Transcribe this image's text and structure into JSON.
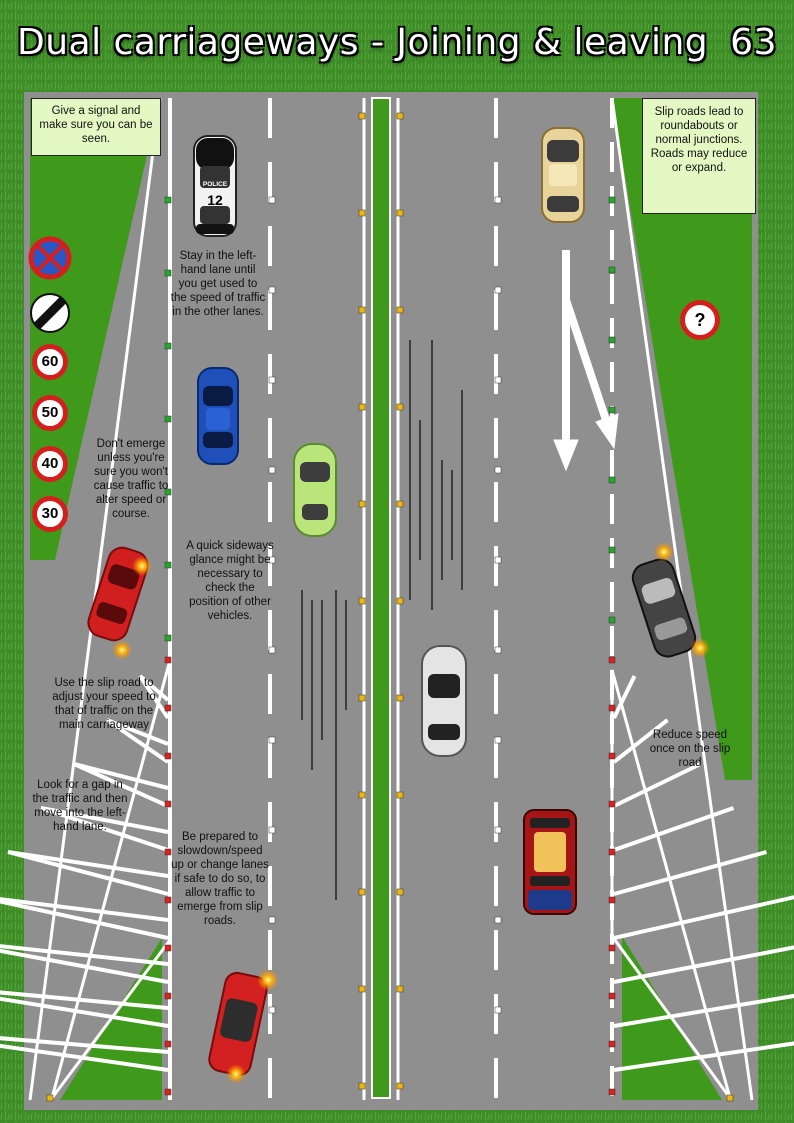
{
  "title": {
    "text": "Dual carriageways - Joining & leaving",
    "page_number": "63"
  },
  "notes": {
    "signal": "Give a signal and make sure you can be seen.",
    "slip_roads": "Slip roads lead to roundabouts or normal junctions. Roads may reduce or expand."
  },
  "labels": {
    "left_lane": "Stay in the left-hand lane until you get used to the speed of traffic in the other lanes.",
    "dont_emerge": "Don't emerge unless you're sure you won't cause traffic to alter speed or course.",
    "sideways_glance": "A quick sideways glance might be necessary to check the position of other vehicles.",
    "adjust_speed": "Use the slip road to adjust your speed to that of traffic on the main carriageway",
    "look_gap": "Look for a gap in the traffic and then move into the left-hand lane.",
    "be_prepared": "Be prepared to slowdown/speed up or change lanes if safe to do so, to allow traffic to emerge from slip roads.",
    "reduce_speed": "Reduce speed once on the slip road"
  },
  "signs": {
    "speed_limits": [
      "60",
      "50",
      "40",
      "30"
    ],
    "question": "?",
    "no_stopping": "clearway-sign-icon",
    "national_limit": "national-speed-limit-icon"
  },
  "police_car": {
    "text": "POLICE",
    "number": "12"
  },
  "colors": {
    "grass": "#3f8f2a",
    "verge": "#3f9a1c",
    "road": "#8f8f8f",
    "note_bg": "#e4f8c4",
    "sign_red": "#d41f1f",
    "sign_blue": "#2a55c4"
  }
}
